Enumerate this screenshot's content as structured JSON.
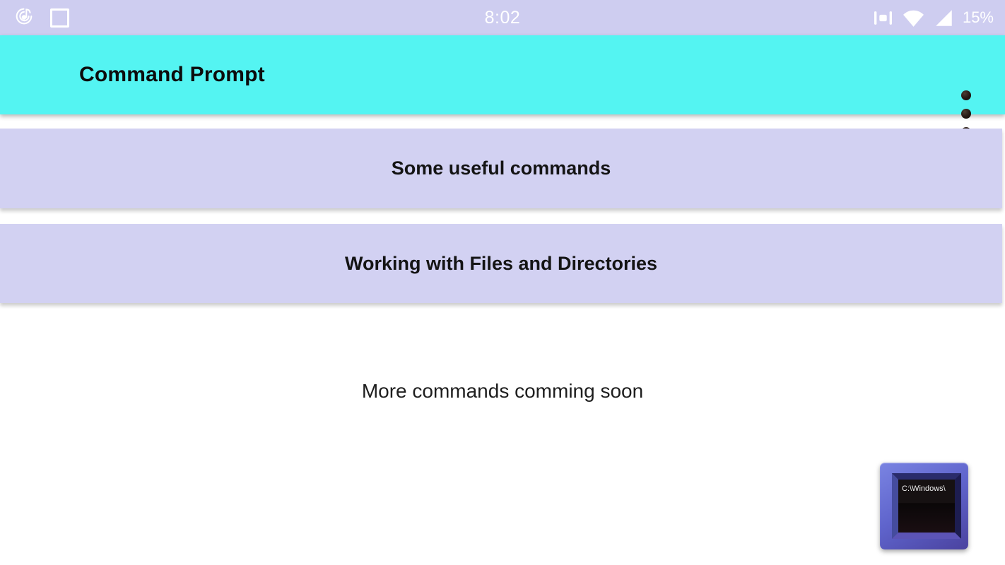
{
  "status_bar": {
    "time": "8:02",
    "battery_percent": "15%",
    "icons_left": [
      "music-notification-icon",
      "square-notification-icon"
    ],
    "icons_right": [
      "signal-bars-icon",
      "wifi-icon",
      "cellular-signal-icon"
    ]
  },
  "app_bar": {
    "title": "Command Prompt",
    "overflow_menu": "three-dot-overflow"
  },
  "menu_items": [
    {
      "label": "Some useful commands"
    },
    {
      "label": "Working with Files and Directories"
    }
  ],
  "footer_note": "More commands comming soon",
  "cmd_window_icon": {
    "screen_text": "C:\\Windows\\"
  },
  "colors": {
    "status_bar_bg": "#cecdf0",
    "app_bar_bg": "#54f4f2",
    "card_bg": "#d2d1f2",
    "title_text": "#0c0c0c",
    "icon_frame_blue": "#5f64cc",
    "icon_screen_black": "#0d0a0b"
  }
}
